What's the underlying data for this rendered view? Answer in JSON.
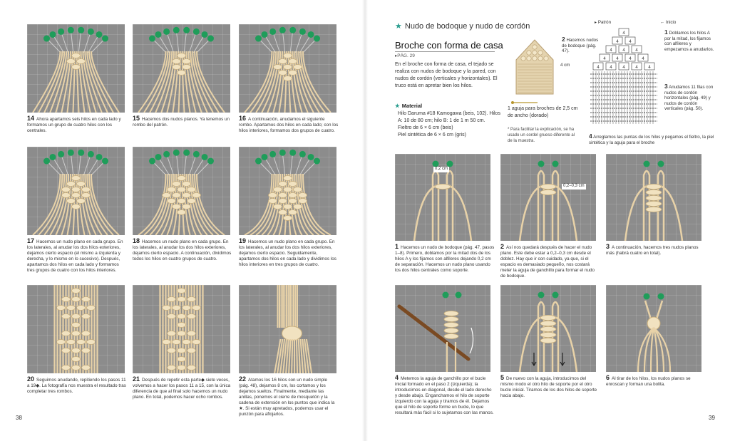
{
  "left_page": {
    "page_number": "38",
    "steps": [
      {
        "num": "14",
        "text": "Ahora apartamos seis hilos en cada lado y formamos un grupo de cuatro hilos con los centrales."
      },
      {
        "num": "15",
        "text": "Hacemos dos nudos planos. Ya tenemos un rombo del patrón."
      },
      {
        "num": "16",
        "text": "A continuación, anudamos el siguiente rombo. Apartamos dos hilos en cada lado; con los hilos interiores, formamos dos grupos de cuatro."
      },
      {
        "num": "17",
        "text": "Hacemos un nudo plano en cada grupo. En los laterales, al anudar los dos hilos exteriores, dejamos cierto espacio (el mismo a izquierda y derecha, y lo mismo en lo sucesivo). Después, apartamos dos hilos en cada lado y formamos tres grupos de cuatro con los hilos interiores."
      },
      {
        "num": "18",
        "text": "Hacemos un nudo plano en cada grupo. En los laterales, al anudar los dos hilos exteriores, dejamos cierto espacio. A continuación, dividimos todos los hilos en cuatro grupos de cuatro."
      },
      {
        "num": "19",
        "text": "Hacemos un nudo plano en cada grupo. En los laterales, al anudar los dos hilos exteriores, dejamos cierto espacio. Seguidamente, apartamos dos hilos en cada lado y dividimos los hilos interiores en tres grupos de cuatro."
      },
      {
        "num": "20",
        "text": "Seguimos anudando, repitiendo los pasos 11 a 19◆. La fotografía nos muestra el resultado tras completar tres rombos."
      },
      {
        "num": "21",
        "text": "Después de repetir esta parte◆ siete veces, volvemos a hacer los pasos 11 a 15, con la única diferencia de que al final solo hacemos un nudo plano. En total, podemos hacer ocho rombos."
      },
      {
        "num": "22",
        "text": "Atamos los 16 hilos con un nudo simple (pág. 48), dejamos 8 cm, los cortamos y los dejamos sueltos. Finalmente, mediante las anillas, ponemos el cierre de mosquetón y la cadena de extensión en los puntos que indica la ★. Si están muy apretados, podemos usar el punzón para aflojarlos."
      }
    ]
  },
  "right_page": {
    "page_number": "39",
    "section_title": "Nudo de bodoque y nudo de cordón",
    "project_title": "Broche con forma de casa",
    "project_ref": "▸PÁG. 29",
    "intro": "En el broche con forma de casa, el tejado se realiza con nudos de bodoque y la pared, con nudos de cordón (verticales y horizontales). El truco está en apretar bien los hilos.",
    "material_heading": "Material",
    "materials": [
      "Hilo Daruma #18 Kamogawa (beis, 102). Hilos A: 10 de 80 cm; hilo B: 1 de 1 m 50 cm.",
      "Fieltro de 6 × 6 cm (beis)",
      "Piel sintética de 6 × 6 cm (gris)"
    ],
    "pin_item": "1 aguja para broches de 2,5 cm de ancho (dorado)",
    "size_label": "4 cm",
    "note": "* Para facilitar la explicación, se ha usado un cordel grueso diferente al de la muestra.",
    "diagram": {
      "label_patron": "Patrón",
      "label_inicio": "Inicio",
      "step1": {
        "num": "1",
        "text": "Doblamos los hilos A por la mitad, los fijamos con alfileres y empezamos a anudarlos."
      },
      "step2": {
        "num": "2",
        "text": "Hacemos nudos de bodoque (pág. 47)."
      },
      "step3": {
        "num": "3",
        "text": "Anudamos 11 filas con nudos de cordón horizontales (pág. 49) y nudos de cordón verticales (pág. 50)."
      },
      "step4": {
        "num": "4",
        "text": "Arreglamos las puntas de los hilos y pegamos el fieltro, la piel sintética y la aguja para el broche"
      }
    },
    "photo_label_1": "0,2 cm",
    "photo_label_2": "0,2–0,3 cm",
    "steps": [
      {
        "num": "1",
        "text": "Hacemos un nudo de bodoque (pág. 47, pasos 1–8). Primero, doblamos por la mitad dos de los hilos A y los fijamos con alfileres dejando 0,2 cm de separación. Hacemos un nudo plano usando los dos hilos centrales como soporte."
      },
      {
        "num": "2",
        "text": "Así nos quedará después de hacer el nudo plano. Este debe estar a 0,2–0,3 cm desde el doblez. Hay que ir con cuidado, ya que, si el espacio es demasiado pequeño, nos costará meter la aguja de ganchillo para formar el nudo de bodoque."
      },
      {
        "num": "3",
        "text": "A continuación, hacemos tres nudos planos más (habrá cuatro en total)."
      },
      {
        "num": "4",
        "text": "Metemos la aguja de ganchillo por el bucle inicial formado en el paso 2 (izquierda); la introducimos en diagonal, desde el lado derecho y desde abajo. Enganchamos el hilo de soporte izquierdo con la aguja y tiramos de él. Dejamos que el hilo de soporte forme un bucle, lo que resultará más fácil si lo sujetamos con las manos."
      },
      {
        "num": "5",
        "text": "De nuevo con la aguja, introducimos del mismo modo el otro hilo de soporte por el otro bucle inicial. Tiramos de los dos hilos de soporte hacia abajo."
      },
      {
        "num": "6",
        "text": "Al tirar de los hilos, los nudos planos se enroscan y forman una bolita."
      }
    ]
  },
  "colors": {
    "cord": "#e8d2a8",
    "pin": "#1f9d5a",
    "board": "#8c8c8c",
    "accent": "#2a9d8f"
  }
}
